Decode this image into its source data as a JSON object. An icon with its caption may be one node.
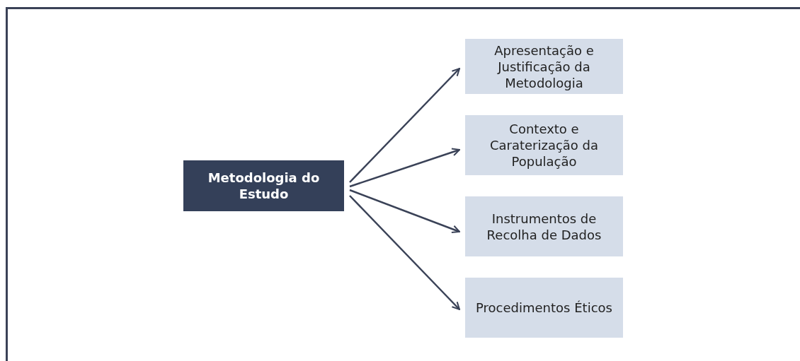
{
  "diagram": {
    "nodes": [
      {
        "text": [
          "Metodologia do Estudo"
        ]
      },
      {
        "text": [
          "Apresentação e Justificação da Metodologia"
        ]
      },
      {
        "text": [
          "Contexto e Caraterização da População"
        ]
      },
      {
        "text": [
          "Instrumentos de Recolha de Dados"
        ]
      },
      {
        "text": [
          "Procedimentos Éticos"
        ]
      }
    ],
    "edges": [
      {
        "from": 0,
        "to": 1,
        "arrow": "to"
      },
      {
        "from": 0,
        "to": 2,
        "arrow": "to"
      },
      {
        "from": 0,
        "to": 3,
        "arrow": "to"
      },
      {
        "from": 0,
        "to": 4,
        "arrow": "to"
      }
    ]
  }
}
